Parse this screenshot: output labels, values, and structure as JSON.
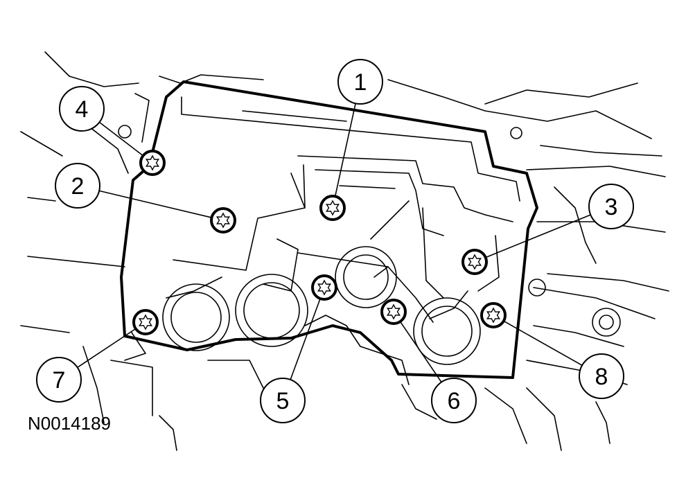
{
  "figure_id": "N0014189",
  "callouts": [
    {
      "label": "1"
    },
    {
      "label": "2"
    },
    {
      "label": "3"
    },
    {
      "label": "4"
    },
    {
      "label": "5"
    },
    {
      "label": "6"
    },
    {
      "label": "7"
    },
    {
      "label": "8"
    }
  ]
}
